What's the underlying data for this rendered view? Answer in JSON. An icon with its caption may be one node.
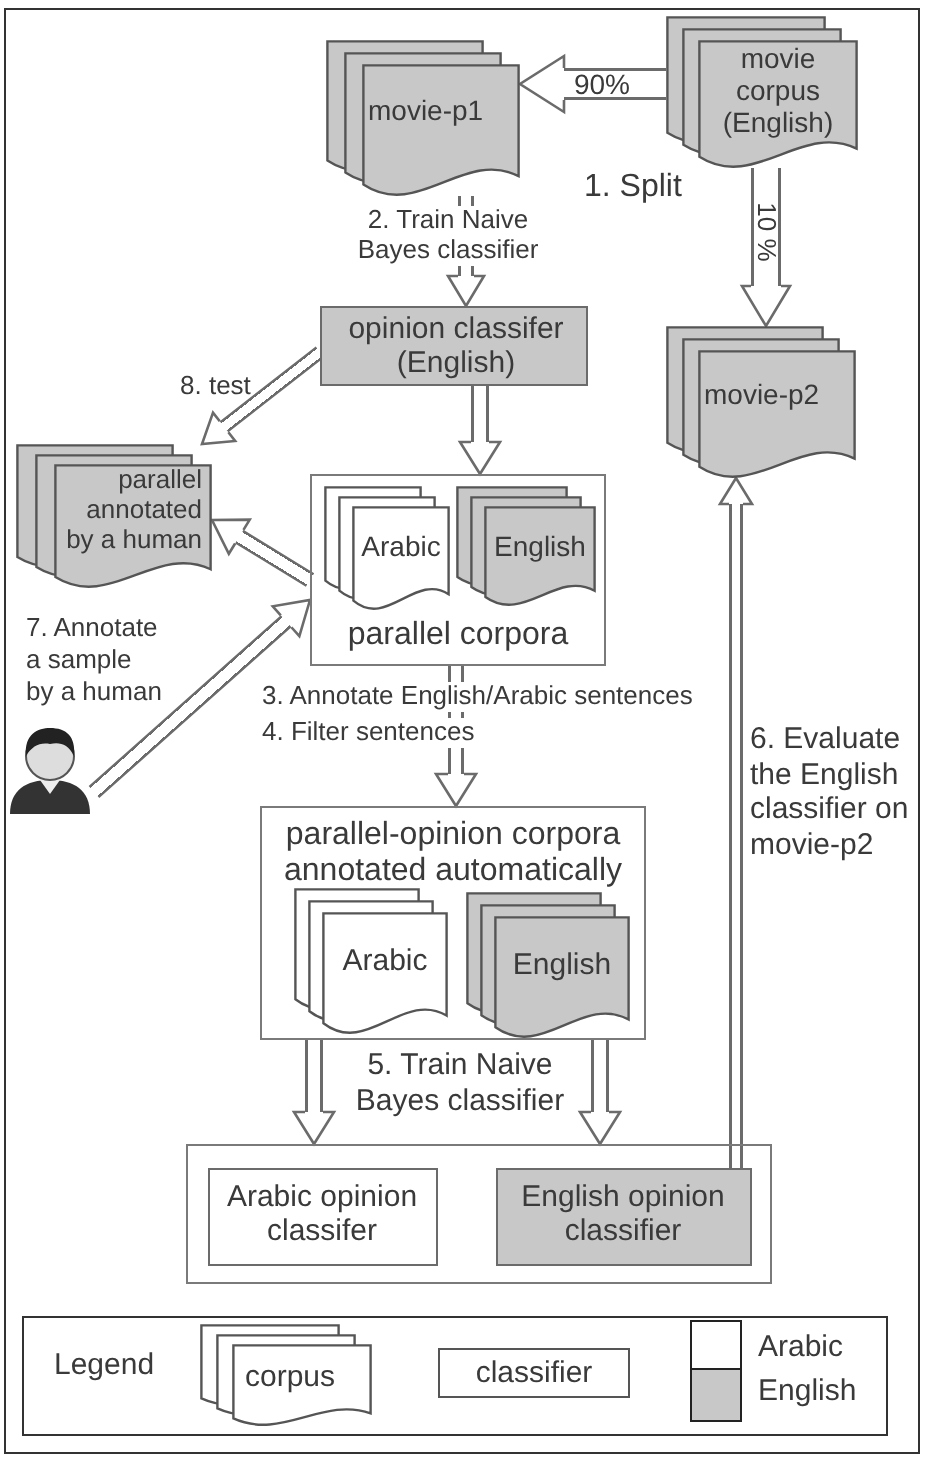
{
  "diagram": {
    "nodes": [
      {
        "text": [
          "movie corpus (English)"
        ]
      },
      {
        "text": [
          "movie-p1"
        ]
      },
      {
        "text": [
          "opinion classifer (English)"
        ]
      },
      {
        "text": [
          "movie-p2"
        ]
      },
      {
        "text": [
          "parallel annotated by a human"
        ]
      },
      {
        "text": [
          "parallel corpora"
        ]
      },
      {
        "text": [
          "Arabic"
        ],
        "in": 5
      },
      {
        "text": [
          "English"
        ],
        "in": 5
      },
      {
        "text": [],
        "shape": "person"
      },
      {
        "text": [
          "parallel-opinion corpora annotated automatically"
        ]
      },
      {
        "text": [
          "Arabic"
        ],
        "in": 9
      },
      {
        "text": [
          "English"
        ],
        "in": 9
      },
      {
        "text": [],
        "shape": "box"
      },
      {
        "text": [
          "Arabic opinion classifer"
        ],
        "in": 12
      },
      {
        "text": [
          "English opinion classifier"
        ],
        "in": 12
      }
    ],
    "edges": [
      {
        "from": 0,
        "to": 1,
        "arrow": "to",
        "label": "90%"
      },
      {
        "from": 0,
        "to": 3,
        "arrow": "to",
        "label": "10 %"
      },
      {
        "from": 1,
        "to": 2,
        "arrow": "to",
        "label": "2. Train Naive Bayes classifier"
      },
      {
        "from": 2,
        "to": 5,
        "arrow": "to"
      },
      {
        "from": 2,
        "to": 4,
        "arrow": "to",
        "label": "8. test"
      },
      {
        "from": 5,
        "to": 4,
        "arrow": "to"
      },
      {
        "from": 8,
        "to": 5,
        "arrow": "to",
        "label": "7. Annotate a sample by a human"
      },
      {
        "from": 5,
        "to": 9,
        "arrow": "to",
        "label": "3. Annotate English/Arabic sentences"
      },
      {
        "from": 9,
        "to": 12,
        "arrow": "to"
      },
      {
        "from": 9,
        "to": 12,
        "arrow": "to"
      },
      {
        "from": 14,
        "to": 3,
        "arrow": "to",
        "label": "6. Evaluate the English classifier on movie-p2"
      }
    ],
    "labels": [
      "1. Split",
      "4. Filter sentences",
      "5. Train Naive Bayes classifier",
      "Legend"
    ],
    "legend": [
      {
        "text": "corpus"
      },
      {
        "text": "classifier"
      },
      {
        "text": "Arabic",
        "color": "#ffffff"
      },
      {
        "text": "English",
        "color": "#c8c8c8"
      }
    ]
  }
}
